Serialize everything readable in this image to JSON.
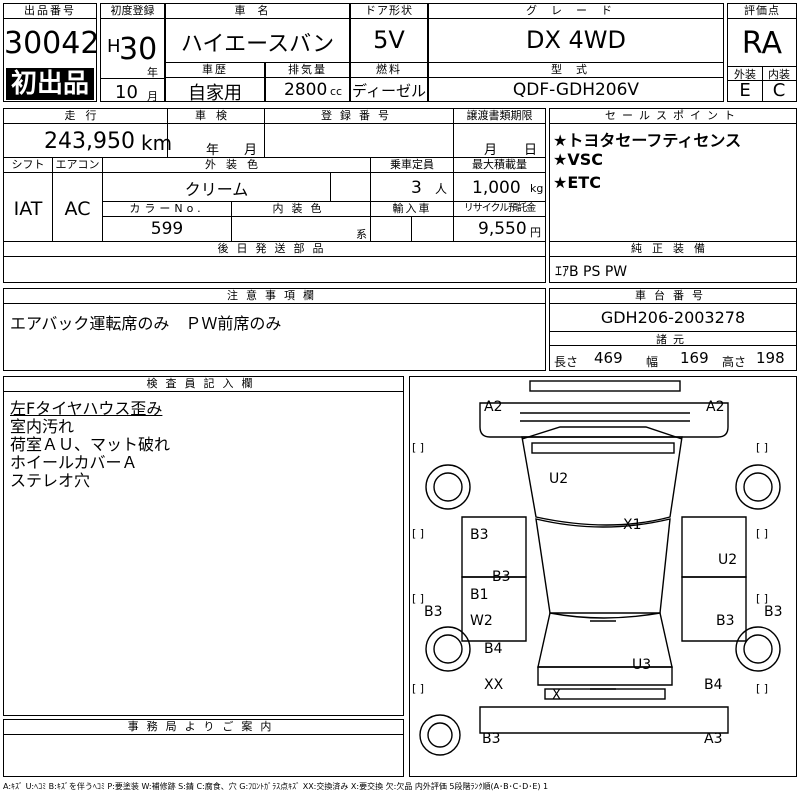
{
  "lot": {
    "label": "出品番号",
    "number": "30042",
    "first_listing": "初出品"
  },
  "first_reg": {
    "label": "初度登録",
    "era": "H",
    "year": "30",
    "year_unit": "年",
    "month": "10",
    "month_unit": "月"
  },
  "car_name": {
    "label": "車名",
    "value": "ハイエースバン"
  },
  "door": {
    "label": "ドア形状",
    "value": "5V"
  },
  "grade": {
    "label": "グレード",
    "value": "DX 4WD"
  },
  "score": {
    "label": "評価点",
    "value": "RA",
    "ext_label": "外装",
    "int_label": "内装",
    "ext_value": "E",
    "int_value": "C"
  },
  "history": {
    "label": "車歴",
    "value": "自家用"
  },
  "displacement": {
    "label": "排気量",
    "value": "2800",
    "unit": "cc"
  },
  "fuel": {
    "label": "燃料",
    "value": "ディーゼル"
  },
  "model_code": {
    "label": "型式",
    "value": "QDF-GDH206V"
  },
  "mileage": {
    "label": "走行",
    "value": "243,950",
    "unit": "km"
  },
  "inspection": {
    "label": "車検",
    "year_unit": "年",
    "month_unit": "月"
  },
  "reg_number": {
    "label": "登録番号"
  },
  "transfer_deadline": {
    "label": "譲渡書類期限",
    "month_unit": "月",
    "day_unit": "日"
  },
  "shift": {
    "label": "シフト",
    "value": "IAT"
  },
  "aircon": {
    "label": "エアコン",
    "value": "AC"
  },
  "ext_color": {
    "label": "外装色",
    "value": "クリーム"
  },
  "capacity": {
    "label": "乗車定員",
    "value": "3",
    "unit": "人"
  },
  "max_load": {
    "label": "最大積載量",
    "value": "1,000",
    "unit": "kg"
  },
  "color_no": {
    "label": "カラーNo.",
    "value": "599"
  },
  "int_color": {
    "label": "内装色",
    "unit": "系"
  },
  "import": {
    "label": "輸入車"
  },
  "recycle": {
    "label": "リサイクル預託金",
    "value": "9,550",
    "unit": "円"
  },
  "sales_points": {
    "label": "セールスポイント",
    "items": [
      "★トヨタセーフティセンス",
      "★VSC",
      "★ETC"
    ]
  },
  "later_parts": {
    "label": "後日発送部品"
  },
  "genuine_equip": {
    "label": "純正装備",
    "value": "ｴｱB PS PW"
  },
  "notes": {
    "label": "注意事項欄",
    "value": "エアバック運転席のみ　ＰＷ前席のみ"
  },
  "chassis": {
    "label": "車台番号",
    "value": "GDH206-2003278"
  },
  "dims": {
    "label": "諸元",
    "length_label": "長さ",
    "length": "469",
    "width_label": "幅",
    "width": "169",
    "height_label": "高さ",
    "height": "198"
  },
  "inspector": {
    "label": "検査員記入欄",
    "lines": [
      "左Fタイヤハウス歪み",
      "室内汚れ",
      "荷室ＡＵ、マット破れ",
      "ホイールカバーＡ",
      "ステレオ穴"
    ]
  },
  "office": {
    "label": "事務局よりご案内"
  },
  "diagram": {
    "marks": [
      "A2",
      "A2",
      "U2",
      "X1",
      "B3",
      "B3",
      "U2",
      "B1",
      "W2",
      "B3",
      "B3",
      "B4",
      "U3",
      "XX",
      "B4",
      "X",
      "B3",
      "A3"
    ],
    "brackets": [
      "[    ]",
      "[    ]",
      "[    ]",
      "[    ]",
      "[    ]",
      "[    ]",
      "[    ]",
      "[    ]"
    ]
  },
  "legend": "A:ｷｽﾞ U:ﾍｺﾐ B:ｷｽﾞを伴うﾍｺﾐ P:要塗装 W:補修跡 S:錆 C:腐食、穴 G:ﾌﾛﾝﾄｶﾞﾗｽ点ｷｽﾞ XX:交換済み X:要交換 欠:欠品 内外評価 5段階ﾗﾝｸ順(A･B･C･D･E) 1"
}
